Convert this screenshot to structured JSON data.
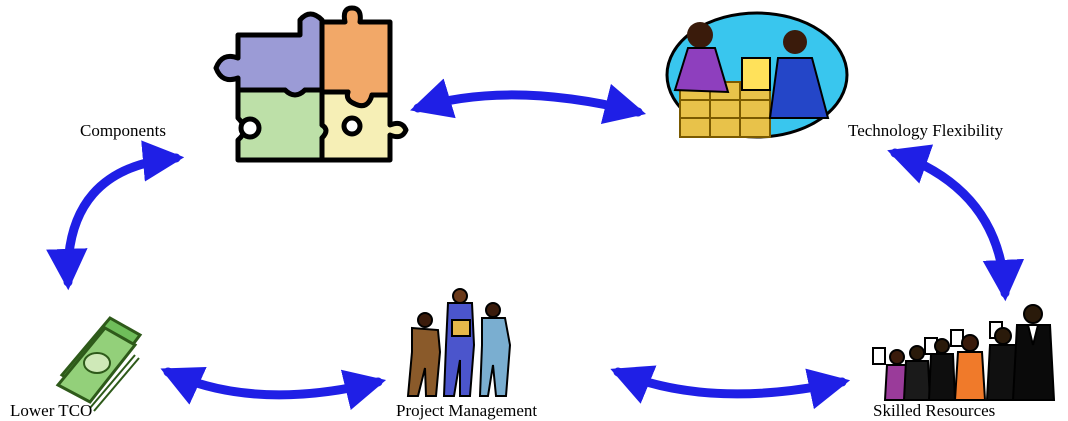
{
  "nodes": {
    "components": {
      "label": "Components",
      "icon": "puzzle-icon"
    },
    "technology": {
      "label": "Technology Flexibility",
      "icon": "handshake-icon"
    },
    "lower_tco": {
      "label": "Lower TCO",
      "icon": "money-icon"
    },
    "project_mgmt": {
      "label": "Project Management",
      "icon": "team-meeting-icon"
    },
    "skilled": {
      "label": "Skilled Resources",
      "icon": "voting-crowd-icon"
    }
  },
  "edges": [
    {
      "from": "components",
      "to": "technology",
      "bidirectional": true
    },
    {
      "from": "components",
      "to": "lower_tco",
      "bidirectional": true
    },
    {
      "from": "technology",
      "to": "skilled",
      "bidirectional": true
    },
    {
      "from": "lower_tco",
      "to": "project_mgmt",
      "bidirectional": true
    },
    {
      "from": "project_mgmt",
      "to": "skilled",
      "bidirectional": true
    }
  ],
  "colors": {
    "arrow": "#1f1fe6"
  }
}
